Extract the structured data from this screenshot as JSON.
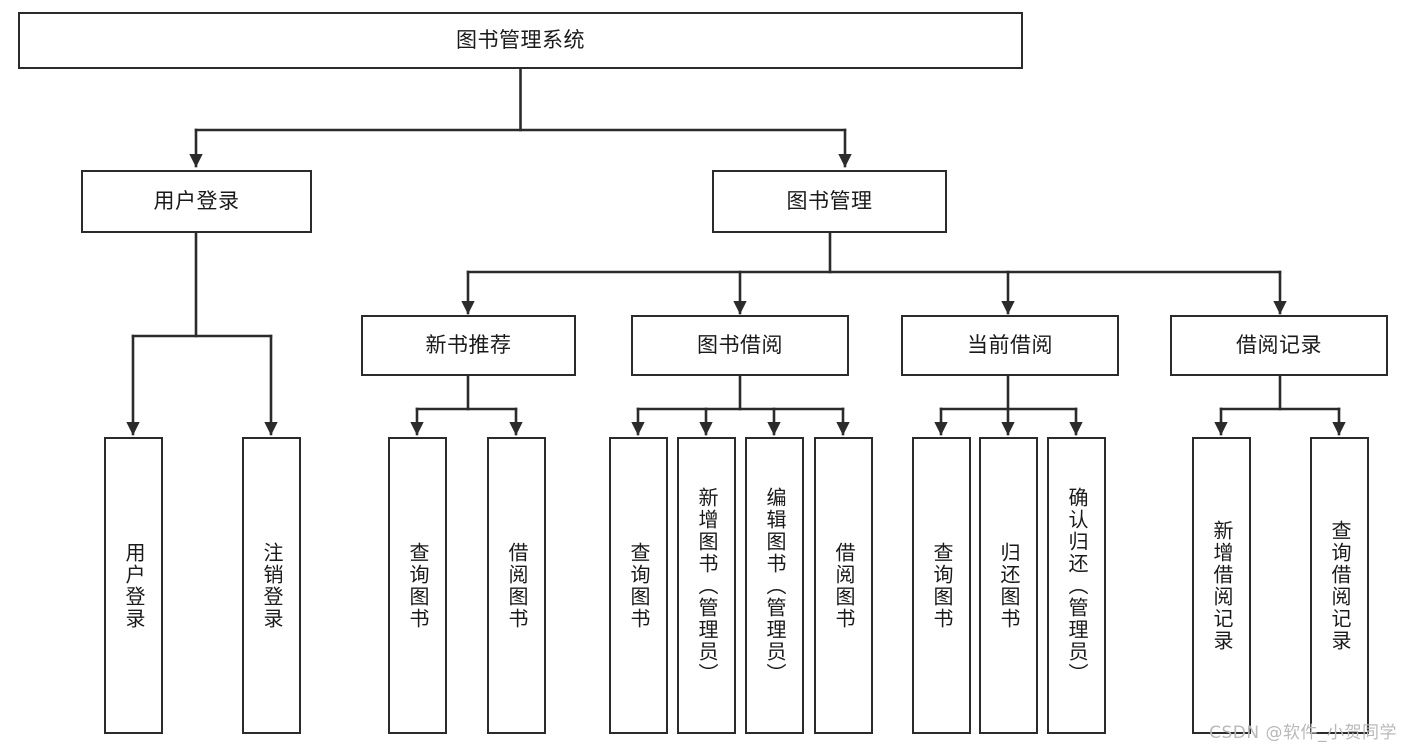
{
  "diagram": {
    "title": "图书管理系统",
    "type": "tree-hierarchy-diagram",
    "watermark": "CSDN @软件_小贺同学",
    "colors": {
      "border": "#2b2b2b",
      "background": "#ffffff",
      "text": "#1a1a1a",
      "watermark": "#b9b9b9"
    },
    "nodes": {
      "root": {
        "label": "图书管理系统"
      },
      "level2": [
        {
          "id": "user-login",
          "label": "用户登录"
        },
        {
          "id": "book-manage",
          "label": "图书管理"
        }
      ],
      "level3": [
        {
          "id": "new-book-recommend",
          "label": "新书推荐"
        },
        {
          "id": "book-borrow",
          "label": "图书借阅"
        },
        {
          "id": "current-borrow",
          "label": "当前借阅"
        },
        {
          "id": "borrow-record",
          "label": "借阅记录"
        }
      ],
      "leaves": {
        "user-login": [
          {
            "id": "leaf-user-login",
            "label": "用户登录"
          },
          {
            "id": "leaf-user-logout",
            "label": "注销登录"
          }
        ],
        "new-book-recommend": [
          {
            "id": "leaf-query-book-1",
            "label": "查询图书"
          },
          {
            "id": "leaf-borrow-book-1",
            "label": "借阅图书"
          }
        ],
        "book-borrow": [
          {
            "id": "leaf-query-book-2",
            "label": "查询图书"
          },
          {
            "id": "leaf-add-book",
            "label": "新增图书（管理员）"
          },
          {
            "id": "leaf-edit-book",
            "label": "编辑图书（管理员）"
          },
          {
            "id": "leaf-borrow-book-2",
            "label": "借阅图书"
          }
        ],
        "current-borrow": [
          {
            "id": "leaf-query-book-3",
            "label": "查询图书"
          },
          {
            "id": "leaf-return-book",
            "label": "归还图书"
          },
          {
            "id": "leaf-confirm-return",
            "label": "确认归还（管理员）"
          }
        ],
        "borrow-record": [
          {
            "id": "leaf-add-record",
            "label": "新增借阅记录"
          },
          {
            "id": "leaf-query-record",
            "label": "查询借阅记录"
          }
        ]
      }
    }
  }
}
